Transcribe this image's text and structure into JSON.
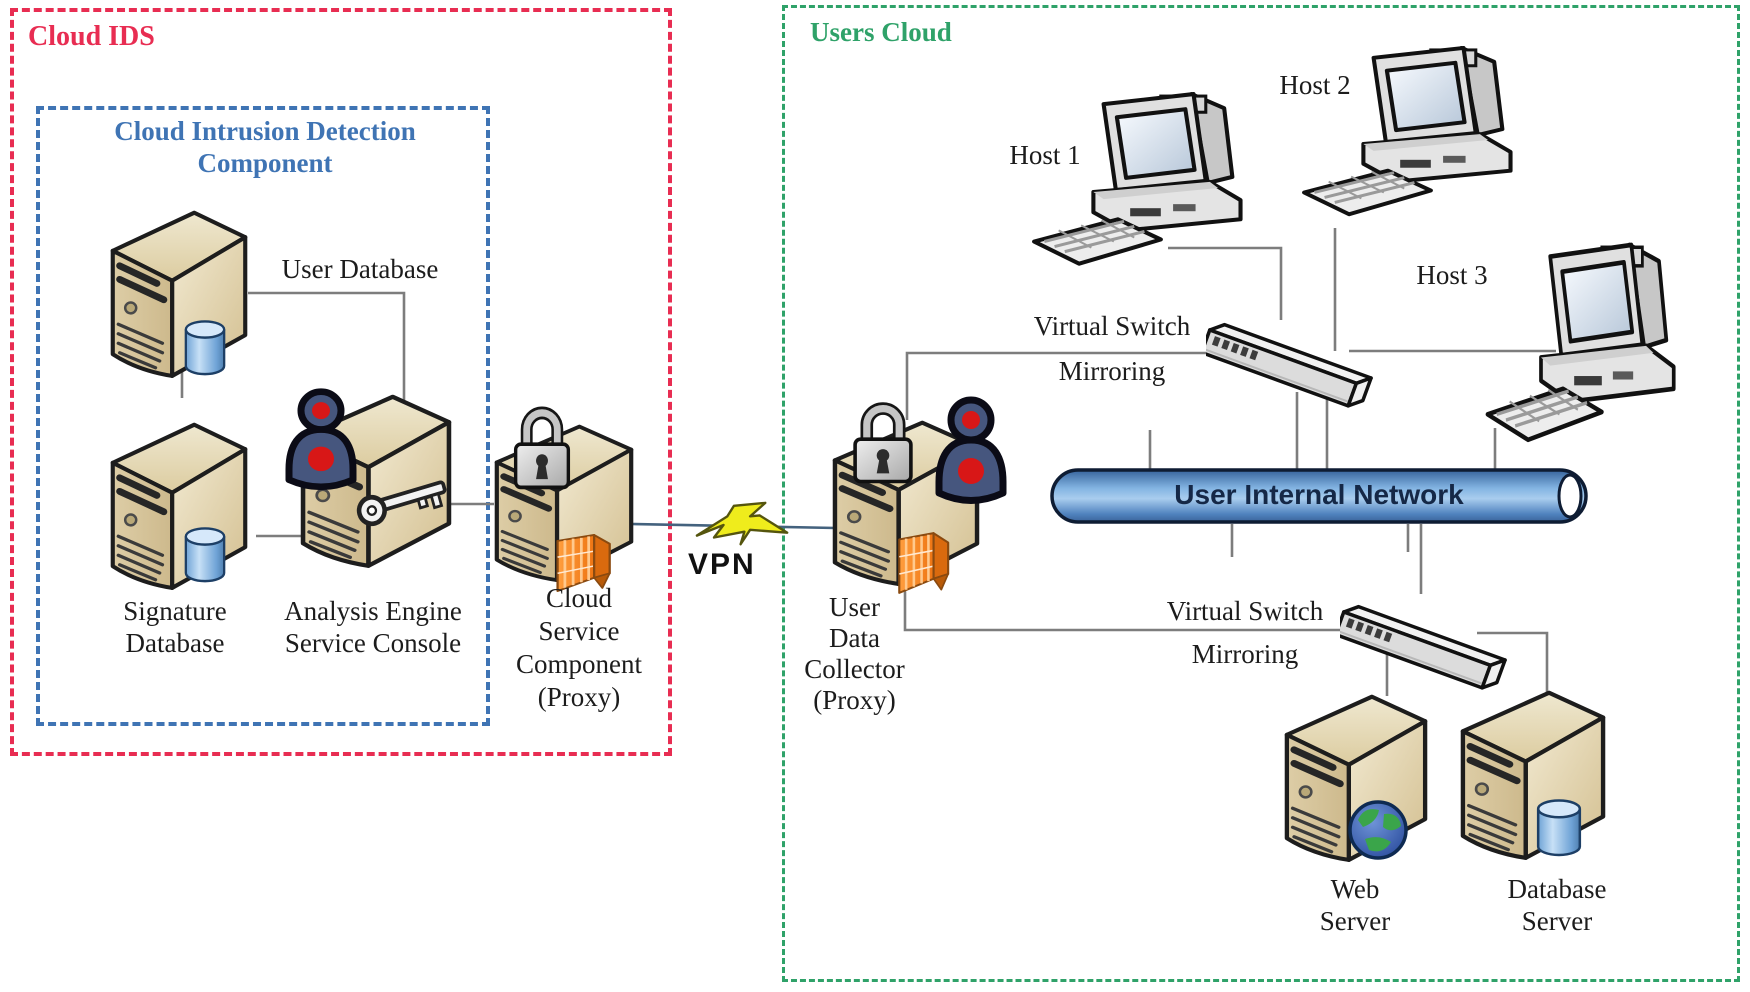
{
  "regions": {
    "cloud_ids": {
      "label": "Cloud IDS",
      "border_color": "#e82d52"
    },
    "cidc": {
      "label": "Cloud Intrusion Detection Component",
      "border_color": "#3f74b4"
    },
    "users_cloud": {
      "label": "Users Cloud",
      "border_color": "#2fa269"
    }
  },
  "nodes": {
    "user_database": {
      "label": "User Database",
      "icon": "server-database-icon"
    },
    "signature_database": {
      "lines": [
        "Signature",
        "Database"
      ],
      "icon": "server-database-icon"
    },
    "analysis_engine": {
      "lines": [
        "Analysis Engine",
        "Service Console"
      ],
      "icon": "server-user-key-icon"
    },
    "cloud_service": {
      "lines": [
        "Cloud",
        "Service",
        "Component",
        "(Proxy)"
      ],
      "icon": "server-lock-firewall-icon"
    },
    "user_data_collector": {
      "lines": [
        "User",
        "Data",
        "Collector",
        "(Proxy)"
      ],
      "icon": "server-lock-user-firewall-icon"
    },
    "host_1": {
      "label": "Host 1",
      "icon": "desktop-computer-icon"
    },
    "host_2": {
      "label": "Host 2",
      "icon": "desktop-computer-icon"
    },
    "host_3": {
      "label": "Host 3",
      "icon": "desktop-computer-icon"
    },
    "virtual_switch_1": {
      "lines": [
        "Virtual Switch",
        "Mirroring"
      ],
      "icon": "network-switch-icon"
    },
    "virtual_switch_2": {
      "lines": [
        "Virtual Switch",
        "Mirroring"
      ],
      "icon": "network-switch-icon"
    },
    "user_internal_network": {
      "label": "User Internal Network",
      "icon": "network-pipe-icon"
    },
    "web_server": {
      "lines": [
        "Web",
        "Server"
      ],
      "icon": "server-globe-icon"
    },
    "database_server": {
      "lines": [
        "Database",
        "Server"
      ],
      "icon": "server-database-icon"
    },
    "vpn": {
      "label": "VPN",
      "icon": "lightning-bolt-icon"
    }
  },
  "colors": {
    "red_border": "#e82d52",
    "blue_border": "#3f74b4",
    "green_border": "#2fa269",
    "label_text": "#1c1c1c",
    "wire_gray": "#7d7d7d",
    "server_tan": "#e9dfc0",
    "cylinder_blue": "#7fb0de",
    "firewall_orange": "#f5831f",
    "bolt_yellow": "#efec1c",
    "person_navy": "#46567e",
    "person_red": "#d81717",
    "pipe_blue": "#4a7ab8",
    "pipe_text": "#152847"
  }
}
